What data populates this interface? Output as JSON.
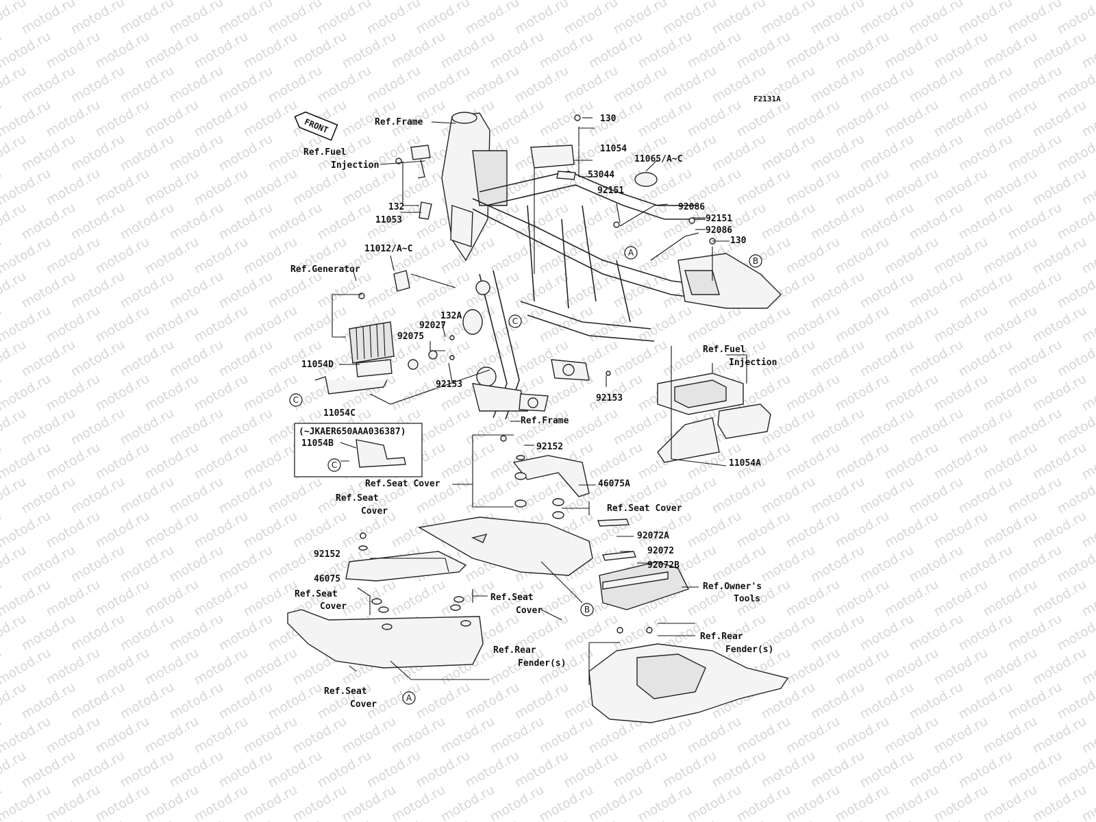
{
  "diagram_code": "F2131A",
  "front_arrow_text": "FRONT",
  "watermark_text": "motod.ru",
  "inset": {
    "condition": "(~JKAER650AAA036387)",
    "part": "11054B"
  },
  "circle_markers": [
    "A",
    "B",
    "C"
  ],
  "labels": {
    "ref_frame_top": "Ref.Frame",
    "ref_fuel_1a": "Ref.Fuel",
    "ref_fuel_1b": "Injection",
    "p132": "132",
    "p11053": "11053",
    "p11012": "11012/A~C",
    "ref_generator": "Ref.Generator",
    "p92027": "92027",
    "p132A": "132A",
    "p92075": "92075",
    "p11054D": "11054D",
    "p92153_l": "92153",
    "p11054C": "11054C",
    "p130_top": "130",
    "p11054": "11054",
    "p11065": "11065/A~C",
    "p53044": "53044",
    "p92151_a": "92151",
    "p92086_a": "92086",
    "p92151_b": "92151",
    "p92086_b": "92086",
    "p130_b": "130",
    "ref_fuel_2a": "Ref.Fuel",
    "ref_fuel_2b": "Injection",
    "p92153_r": "92153",
    "ref_frame_bottom": "Ref.Frame",
    "p11054A": "11054A",
    "p92152_top": "92152",
    "ref_seat_cover_1": "Ref.Seat Cover",
    "p46075A": "46075A",
    "ref_seat_cover_2": "Ref.Seat Cover",
    "p92072A": "92072A",
    "p92072": "92072",
    "p92072B": "92072B",
    "ref_owners_a": "Ref.Owner's",
    "ref_owners_b": "Tools",
    "ref_seat_cover_3a": "Ref.Seat",
    "ref_seat_cover_3b": "Cover",
    "p92152_left": "92152",
    "p46075": "46075",
    "ref_seat_cover_4a": "Ref.Seat",
    "ref_seat_cover_4b": "Cover",
    "ref_seat_cover_5a": "Ref.Seat",
    "ref_seat_cover_5b": "Cover",
    "ref_rear_fender_1a": "Ref.Rear",
    "ref_rear_fender_1b": "Fender(s)",
    "ref_rear_fender_2a": "Ref.Rear",
    "ref_rear_fender_2b": "Fender(s)",
    "ref_seat_cover_6a": "Ref.Seat",
    "ref_seat_cover_6b": "Cover"
  }
}
